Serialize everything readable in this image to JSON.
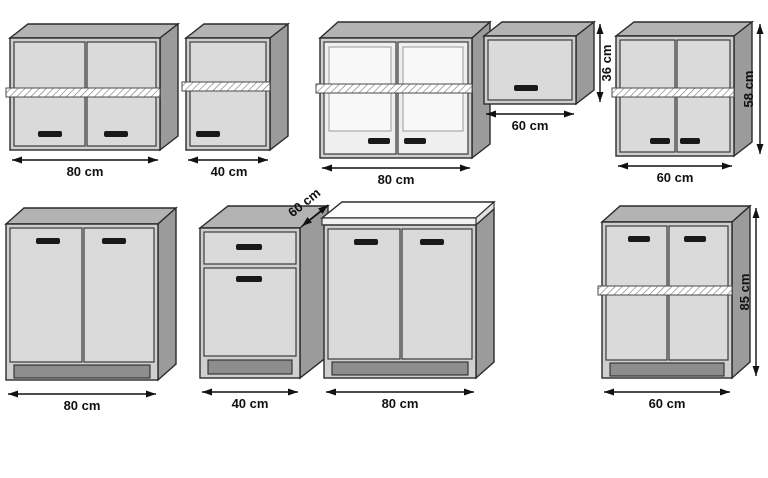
{
  "figure": {
    "background": "#ffffff"
  },
  "colors": {
    "front": "#cfcfcf",
    "door": "#dadada",
    "top_face": "#b3b3b3",
    "side_face": "#9b9b9b",
    "plinth": "#8d8d8d",
    "handle": "#191919",
    "outline": "#2b2b2b",
    "worktop": "#fcfcfc",
    "dimension": "#111111"
  },
  "cabinets": [
    {
      "name": "wall-cabinet-2-door",
      "width_label": "80 cm"
    },
    {
      "name": "wall-cabinet-1-door",
      "width_label": "40 cm"
    },
    {
      "name": "wall-cabinet-glass-2-door",
      "width_label": "80 cm"
    },
    {
      "name": "wall-cabinet-flip-up",
      "width_label": "60 cm",
      "height_label": "36 cm"
    },
    {
      "name": "wall-cabinet-2-door-tall",
      "width_label": "60 cm",
      "height_label": "58 cm"
    },
    {
      "name": "base-cabinet-2-door",
      "width_label": "80 cm"
    },
    {
      "name": "base-cabinet-drawer-door",
      "width_label": "40 cm",
      "depth_label": "60 cm"
    },
    {
      "name": "base-cabinet-2-door-worktop",
      "width_label": "80 cm"
    },
    {
      "name": "base-cabinet-2-door-shelf",
      "width_label": "60 cm",
      "height_label": "85 cm"
    }
  ]
}
